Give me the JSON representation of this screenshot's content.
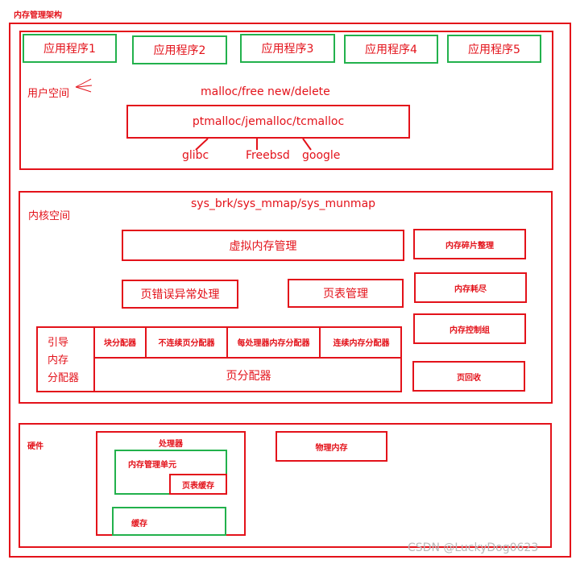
{
  "title": "内存管理架构",
  "user_space": {
    "label": "用户空间",
    "apps": [
      "应用程序1",
      "应用程序2",
      "应用程序3",
      "应用程序4",
      "应用程序5"
    ],
    "api": "malloc/free new/delete",
    "allocators": "ptmalloc/jemalloc/tcmalloc",
    "origins": [
      "glibc",
      "Freebsd",
      "google"
    ]
  },
  "kernel_space": {
    "label": "内核空间",
    "syscalls": "sys_brk/sys_mmap/sys_munmap",
    "virtual_mm": "虚拟内存管理",
    "page_fault": "页错误异常处理",
    "page_table": "页表管理",
    "boot_alloc_lines": [
      "引导",
      "内存",
      "分配器"
    ],
    "sub_allocators": [
      "块分配器",
      "不连续页分配器",
      "每处理器内存分配器",
      "连续内存分配器"
    ],
    "page_allocator": "页分配器",
    "right_items": [
      "内存碎片整理",
      "内存耗尽",
      "内存控制组",
      "页回收"
    ]
  },
  "hardware": {
    "label": "硬件",
    "cpu": "处理器",
    "mmu": "内存管理单元",
    "tlb": "页表缓存",
    "cache": "缓存",
    "physical_memory": "物理内存"
  },
  "watermark": "CSDN @LuckyDog0623",
  "colors": {
    "red": "#e3121a",
    "green": "#22b14c",
    "watermark": "#b9b9b9"
  }
}
